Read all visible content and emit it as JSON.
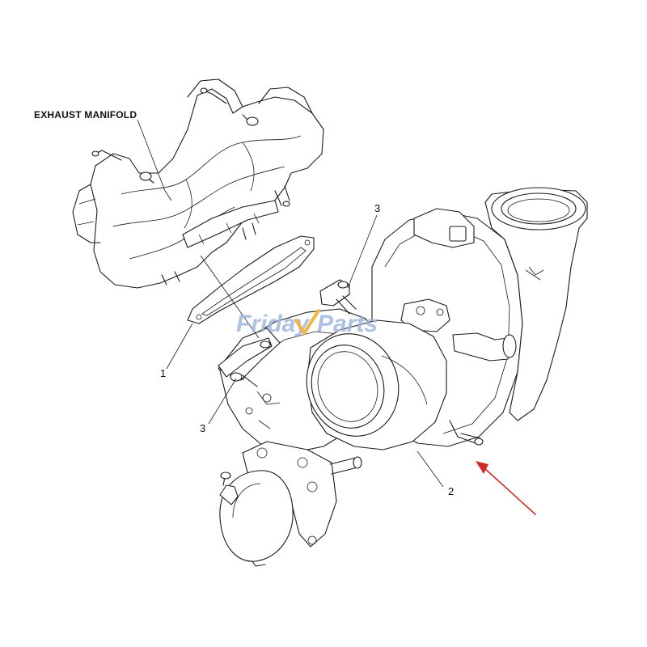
{
  "labels": {
    "exhaust_manifold": "EXHAUST MANIFOLD",
    "callout_1": "1",
    "callout_2": "2",
    "callout_3_top": "3",
    "callout_3_bottom": "3"
  },
  "watermark": {
    "text_part1": "Friday",
    "text_part2": "Parts",
    "color": "#9fb7de",
    "accent_color": "#f2b640"
  },
  "arrow": {
    "color": "#d62828",
    "icon": "red-pointer-arrow"
  }
}
